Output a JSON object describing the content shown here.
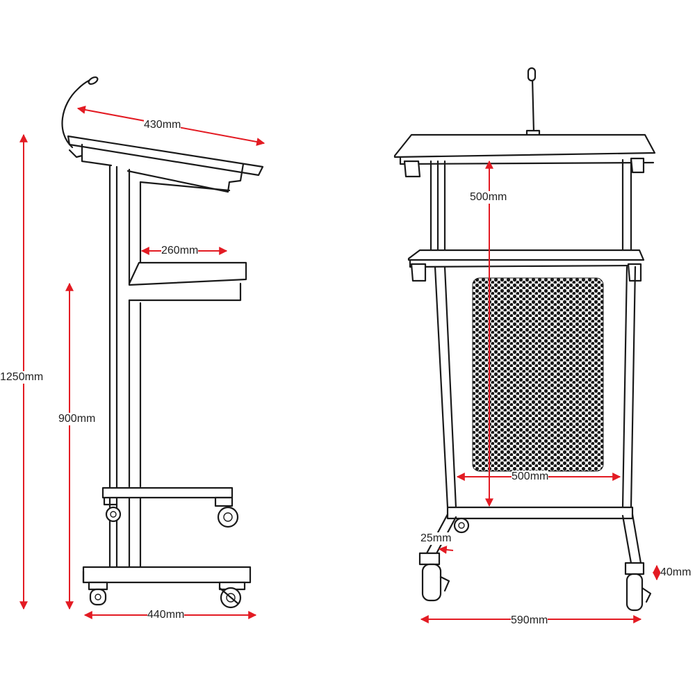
{
  "colors": {
    "dimension_red": "#e31b23",
    "ink": "#1a1a1a",
    "background": "#ffffff"
  },
  "dimensions": {
    "top_depth": "430mm",
    "shelf_depth": "260mm",
    "overall_height": "1250mm",
    "shelf_height": "900mm",
    "base_depth": "440mm",
    "upper_opening_height": "500mm",
    "panel_width": "500mm",
    "leg_offset": "25mm",
    "caster_height": "40mm",
    "overall_width": "590mm"
  }
}
